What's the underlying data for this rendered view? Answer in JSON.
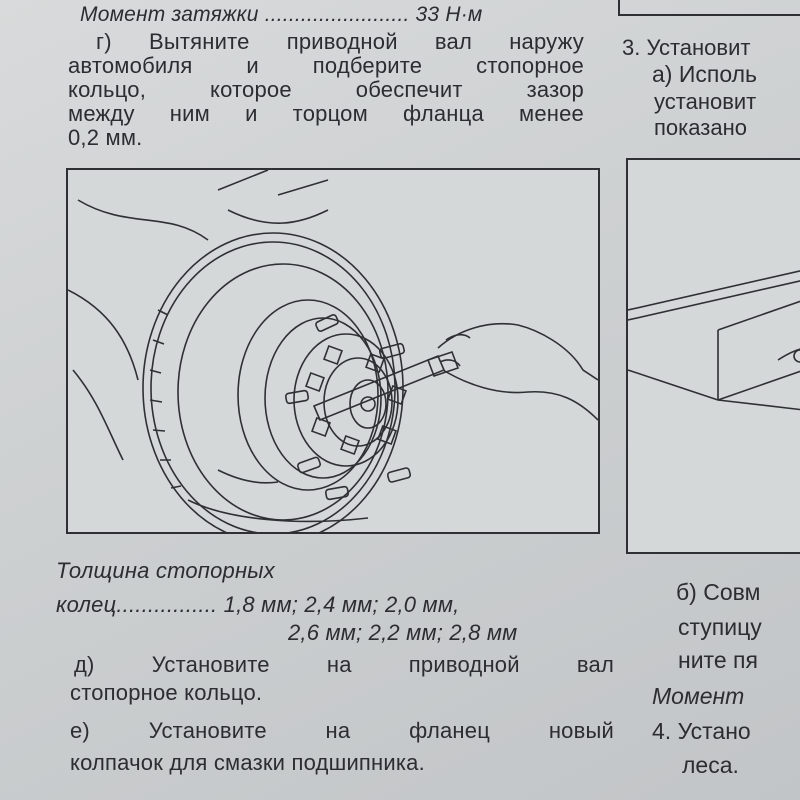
{
  "left_column": {
    "torque_line": "Момент затяжки ........................ 33 Н·м",
    "step_g": [
      "г) Вытяните приводной вал наружу",
      "автомобиля и подберите стопорное",
      "кольцо, которое обеспечит зазор",
      "между ним и торцом фланца менее",
      "0,2 мм."
    ],
    "caption_title": "Толщина стопорных",
    "caption_line1": "колец................ 1,8 мм; 2,4 мм; 2,0 мм,",
    "caption_line2": "2,6 мм; 2,2 мм; 2,8 мм",
    "step_d": [
      "д) Установите на приводной вал",
      "стопорное кольцо."
    ],
    "step_e": [
      "е) Установите на фланец новый",
      "колпачок для смазки подшипника."
    ]
  },
  "right_column": {
    "step3": "3. Установит",
    "step3a": [
      "а) Исполь",
      "установит",
      "показано"
    ],
    "step_b": [
      "б) Совм",
      "ступицу",
      "ните пя"
    ],
    "torque": "Момент",
    "step4": [
      "4. Устано",
      "леса."
    ]
  },
  "colors": {
    "paper": "#d3d6d7",
    "ink": "#2b2d31"
  }
}
